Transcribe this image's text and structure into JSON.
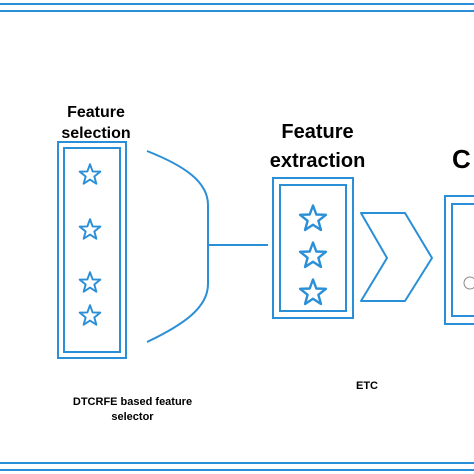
{
  "colors": {
    "accent": "#2a8fd6",
    "text": "#000000",
    "background": "#ffffff"
  },
  "labels": {
    "feature_selection": [
      "Feature",
      "selection"
    ],
    "feature_extraction": [
      "Feature",
      "extraction"
    ],
    "classifier_partial": "C",
    "selector_caption": [
      "DTCRFE based feature",
      "selector"
    ],
    "extractor_caption": "ETC"
  },
  "icons": {
    "block_item": "star-outline-icon",
    "arrow": "chevron-right-icon"
  },
  "blocks": [
    {
      "name": "feature-selection-block",
      "item_count": 4
    },
    {
      "name": "feature-extraction-block",
      "item_count": 3
    }
  ]
}
